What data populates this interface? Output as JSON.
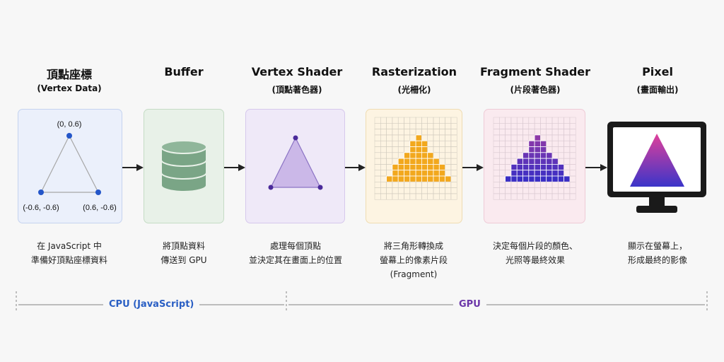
{
  "stages": [
    {
      "title": "頂點座標",
      "subtitle": "(Vertex Data)",
      "desc1": "在 JavaScript 中",
      "desc2": "準備好頂點座標資料"
    },
    {
      "title": "Buffer",
      "subtitle": "",
      "desc1": "將頂點資料",
      "desc2": "傳送到 GPU"
    },
    {
      "title": "Vertex Shader",
      "subtitle": "(頂點著色器)",
      "desc1": "處理每個頂點",
      "desc2": "並決定其在畫面上的位置"
    },
    {
      "title": "Rasterization",
      "subtitle": "(光柵化)",
      "desc1": "將三角形轉換成",
      "desc2": "螢幕上的像素片段",
      "desc3": "(Fragment)"
    },
    {
      "title": "Fragment Shader",
      "subtitle": "(片段著色器)",
      "desc1": "決定每個片段的顏色、",
      "desc2": "光照等最終效果"
    },
    {
      "title": "Pixel",
      "subtitle": "(畫面輸出)",
      "desc1": "顯示在螢幕上，",
      "desc2": "形成最終的影像"
    }
  ],
  "vertex_labels": {
    "top": "(0, 0.6)",
    "left": "(-0.6, -0.6)",
    "right": "(0.6, -0.6)"
  },
  "segments": {
    "cpu": "CPU (JavaScript)",
    "gpu": "GPU"
  },
  "colors": {
    "cpu_label": "#2a5fc4",
    "gpu_label": "#6a35a8",
    "vertex_dot": "#2456c9",
    "raster_fill": "#f2a81d",
    "fragment_top": "#8e3aa8",
    "fragment_bottom": "#3a2ec4"
  }
}
